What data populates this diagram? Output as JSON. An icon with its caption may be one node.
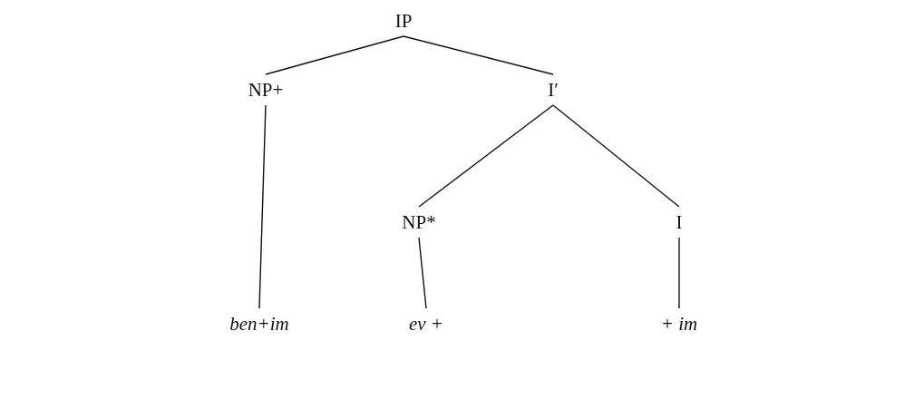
{
  "diagram": {
    "nodes": [
      {
        "text": [
          "IP"
        ]
      },
      {
        "text": [
          "NP+"
        ]
      },
      {
        "text": [
          "I′"
        ]
      },
      {
        "text": [
          "NP*"
        ]
      },
      {
        "text": [
          "I"
        ]
      },
      {
        "text": [
          "ben+im"
        ]
      },
      {
        "text": [
          "ev +"
        ]
      },
      {
        "text": [
          "+ im"
        ]
      }
    ],
    "edges": [
      {
        "from": 0,
        "to": 1,
        "arrow": "none"
      },
      {
        "from": 0,
        "to": 2,
        "arrow": "none"
      },
      {
        "from": 1,
        "to": 5,
        "arrow": "none"
      },
      {
        "from": 2,
        "to": 3,
        "arrow": "none"
      },
      {
        "from": 2,
        "to": 4,
        "arrow": "none"
      },
      {
        "from": 3,
        "to": 6,
        "arrow": "none"
      },
      {
        "from": 4,
        "to": 7,
        "arrow": "none"
      }
    ]
  }
}
